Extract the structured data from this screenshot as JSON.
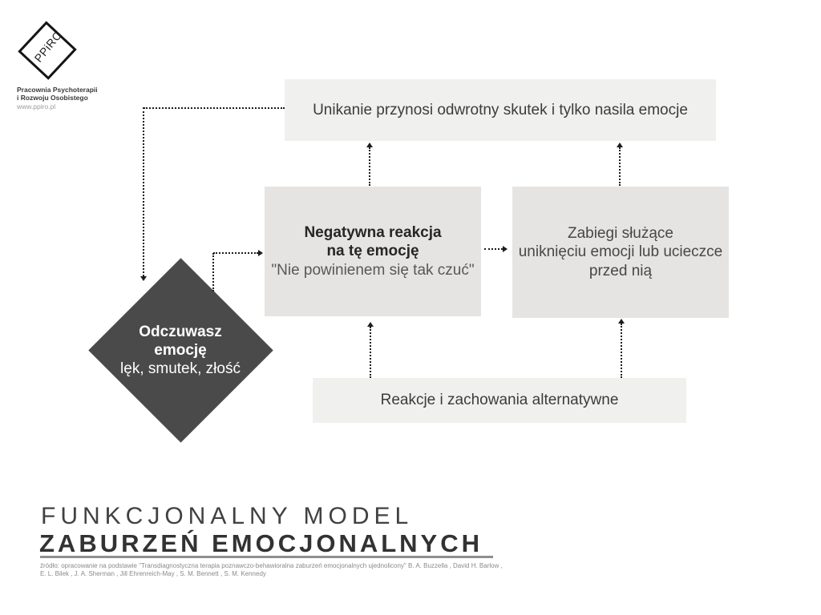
{
  "logo": {
    "mark_text": "PPiRO",
    "org_line1": "Pracownia Psychoterapii",
    "org_line2": "i Rozwoju Osobistego",
    "website": "www.ppiro.pl"
  },
  "flow": {
    "top_box": "Unikanie przynosi odwrotny skutek i tylko nasila emocje",
    "negative_box": {
      "bold1": "Negatywna reakcja",
      "bold2": "na tę emocję",
      "quote": "\"Nie powinienem się tak czuć\""
    },
    "avoidance_box": {
      "line1": "Zabiegi służące",
      "line2": "uniknięciu emocji lub ucieczce",
      "line3": "przed nią"
    },
    "alternative_box": "Reakcje i zachowania alternatywne",
    "emotion_diamond": {
      "bold1": "Odczuwasz",
      "bold2": "emocję",
      "sub": "lęk, smutek, złość"
    }
  },
  "title": {
    "line1": "FUNKCJONALNY MODEL",
    "line2": "ZABURZEŃ EMOCJONALNYCH"
  },
  "source": {
    "line1": "źródło: opracowanie na podstawie \"Transdiagnostyczna terapia poznawczo-behawioralna zaburzeń emocjonalnych ujednolicony\" B. A. Buzzella , David H. Barlow ,",
    "line2": "E. L. Bilek , J. A. Sherman , Jill Ehrenreich-May , S. M. Bennett , S. M. Kennedy"
  },
  "colors": {
    "box_light": "#f0f0ef",
    "box_medium": "#e6e4e2",
    "diamond_fill": "#4b4a4a",
    "arrow": "#1c1c1c",
    "title_underline": "#8f8f8f"
  }
}
